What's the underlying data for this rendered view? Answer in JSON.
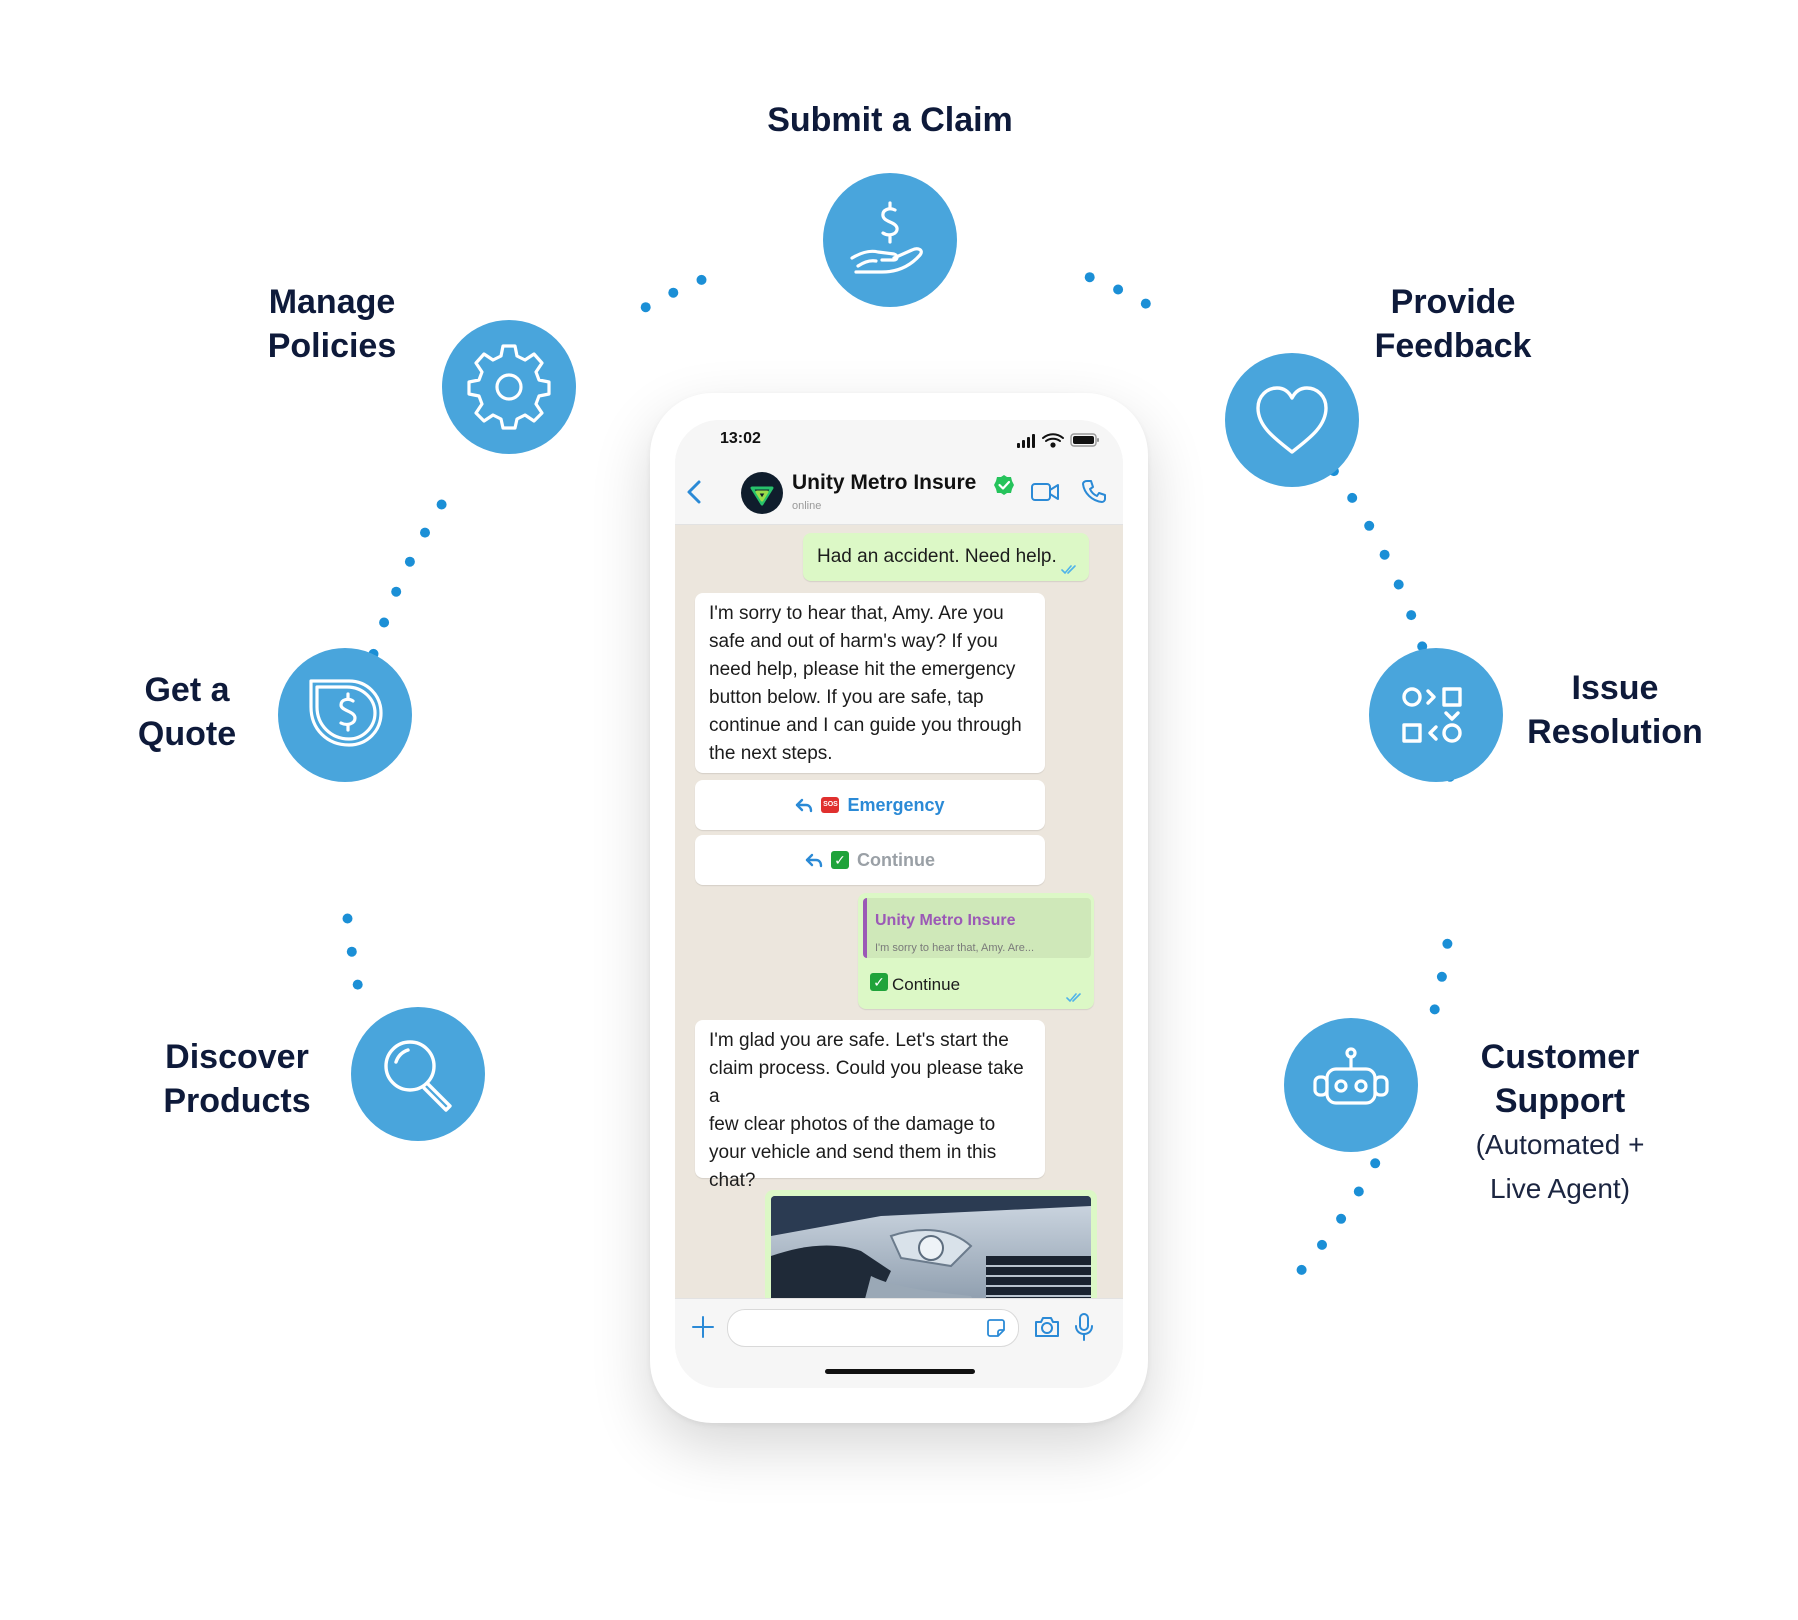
{
  "features": [
    {
      "id": "submit-claim",
      "label": [
        "Submit a Claim"
      ]
    },
    {
      "id": "manage-policies",
      "label": [
        "Manage",
        "Policies"
      ]
    },
    {
      "id": "provide-feedback",
      "label": [
        "Provide",
        "Feedback"
      ]
    },
    {
      "id": "get-quote",
      "label": [
        "Get a",
        "Quote"
      ]
    },
    {
      "id": "issue-resolution",
      "label": [
        "Issue",
        "Resolution"
      ]
    },
    {
      "id": "discover-products",
      "label": [
        "Discover",
        "Products"
      ]
    },
    {
      "id": "customer-support",
      "label": [
        "Customer",
        "Support"
      ],
      "sublabel": [
        "(Automated +",
        "Live Agent)"
      ]
    }
  ],
  "icons": {
    "submit-claim": "hand-dollar-icon",
    "manage-policies": "gear-icon",
    "provide-feedback": "heart-icon",
    "get-quote": "shield-dollar-icon",
    "issue-resolution": "shapes-flow-icon",
    "discover-products": "magnifier-icon",
    "customer-support": "robot-icon"
  },
  "colors": {
    "accent": "#49a5dc",
    "dots": "#1b8fd6",
    "label": "#0e1a3a",
    "bubble_out": "#dcf8c6",
    "link_blue": "#2b8ad6",
    "quote_purple": "#9b59b6",
    "verified_green": "#25c35b"
  },
  "phone": {
    "status_time": "13:02",
    "contact_name": "Unity Metro Insure",
    "contact_status": "online",
    "messages": [
      {
        "dir": "out",
        "text": "Had an accident. Need help."
      },
      {
        "dir": "in",
        "lines": [
          "I'm sorry to hear that, Amy. Are you",
          "safe and out of harm's way? If you",
          "need help, please hit the emergency",
          "button below. If you are safe, tap",
          "continue and I can guide you through",
          "the next steps."
        ]
      },
      {
        "dir": "in",
        "lines": [
          "I'm glad you are safe. Let's start the",
          "claim process. Could you please take a",
          "few clear photos of the damage to",
          "your vehicle and send them in this",
          "chat?"
        ]
      }
    ],
    "reply_buttons": [
      {
        "label": "Emergency",
        "emoji": "SOS"
      },
      {
        "label": "Continue",
        "emoji": "✓"
      }
    ],
    "quoted_reply": {
      "title": "Unity Metro Insure",
      "preview": "I'm sorry to hear that, Amy. Are...",
      "emoji": "✓",
      "text": "Continue"
    }
  }
}
